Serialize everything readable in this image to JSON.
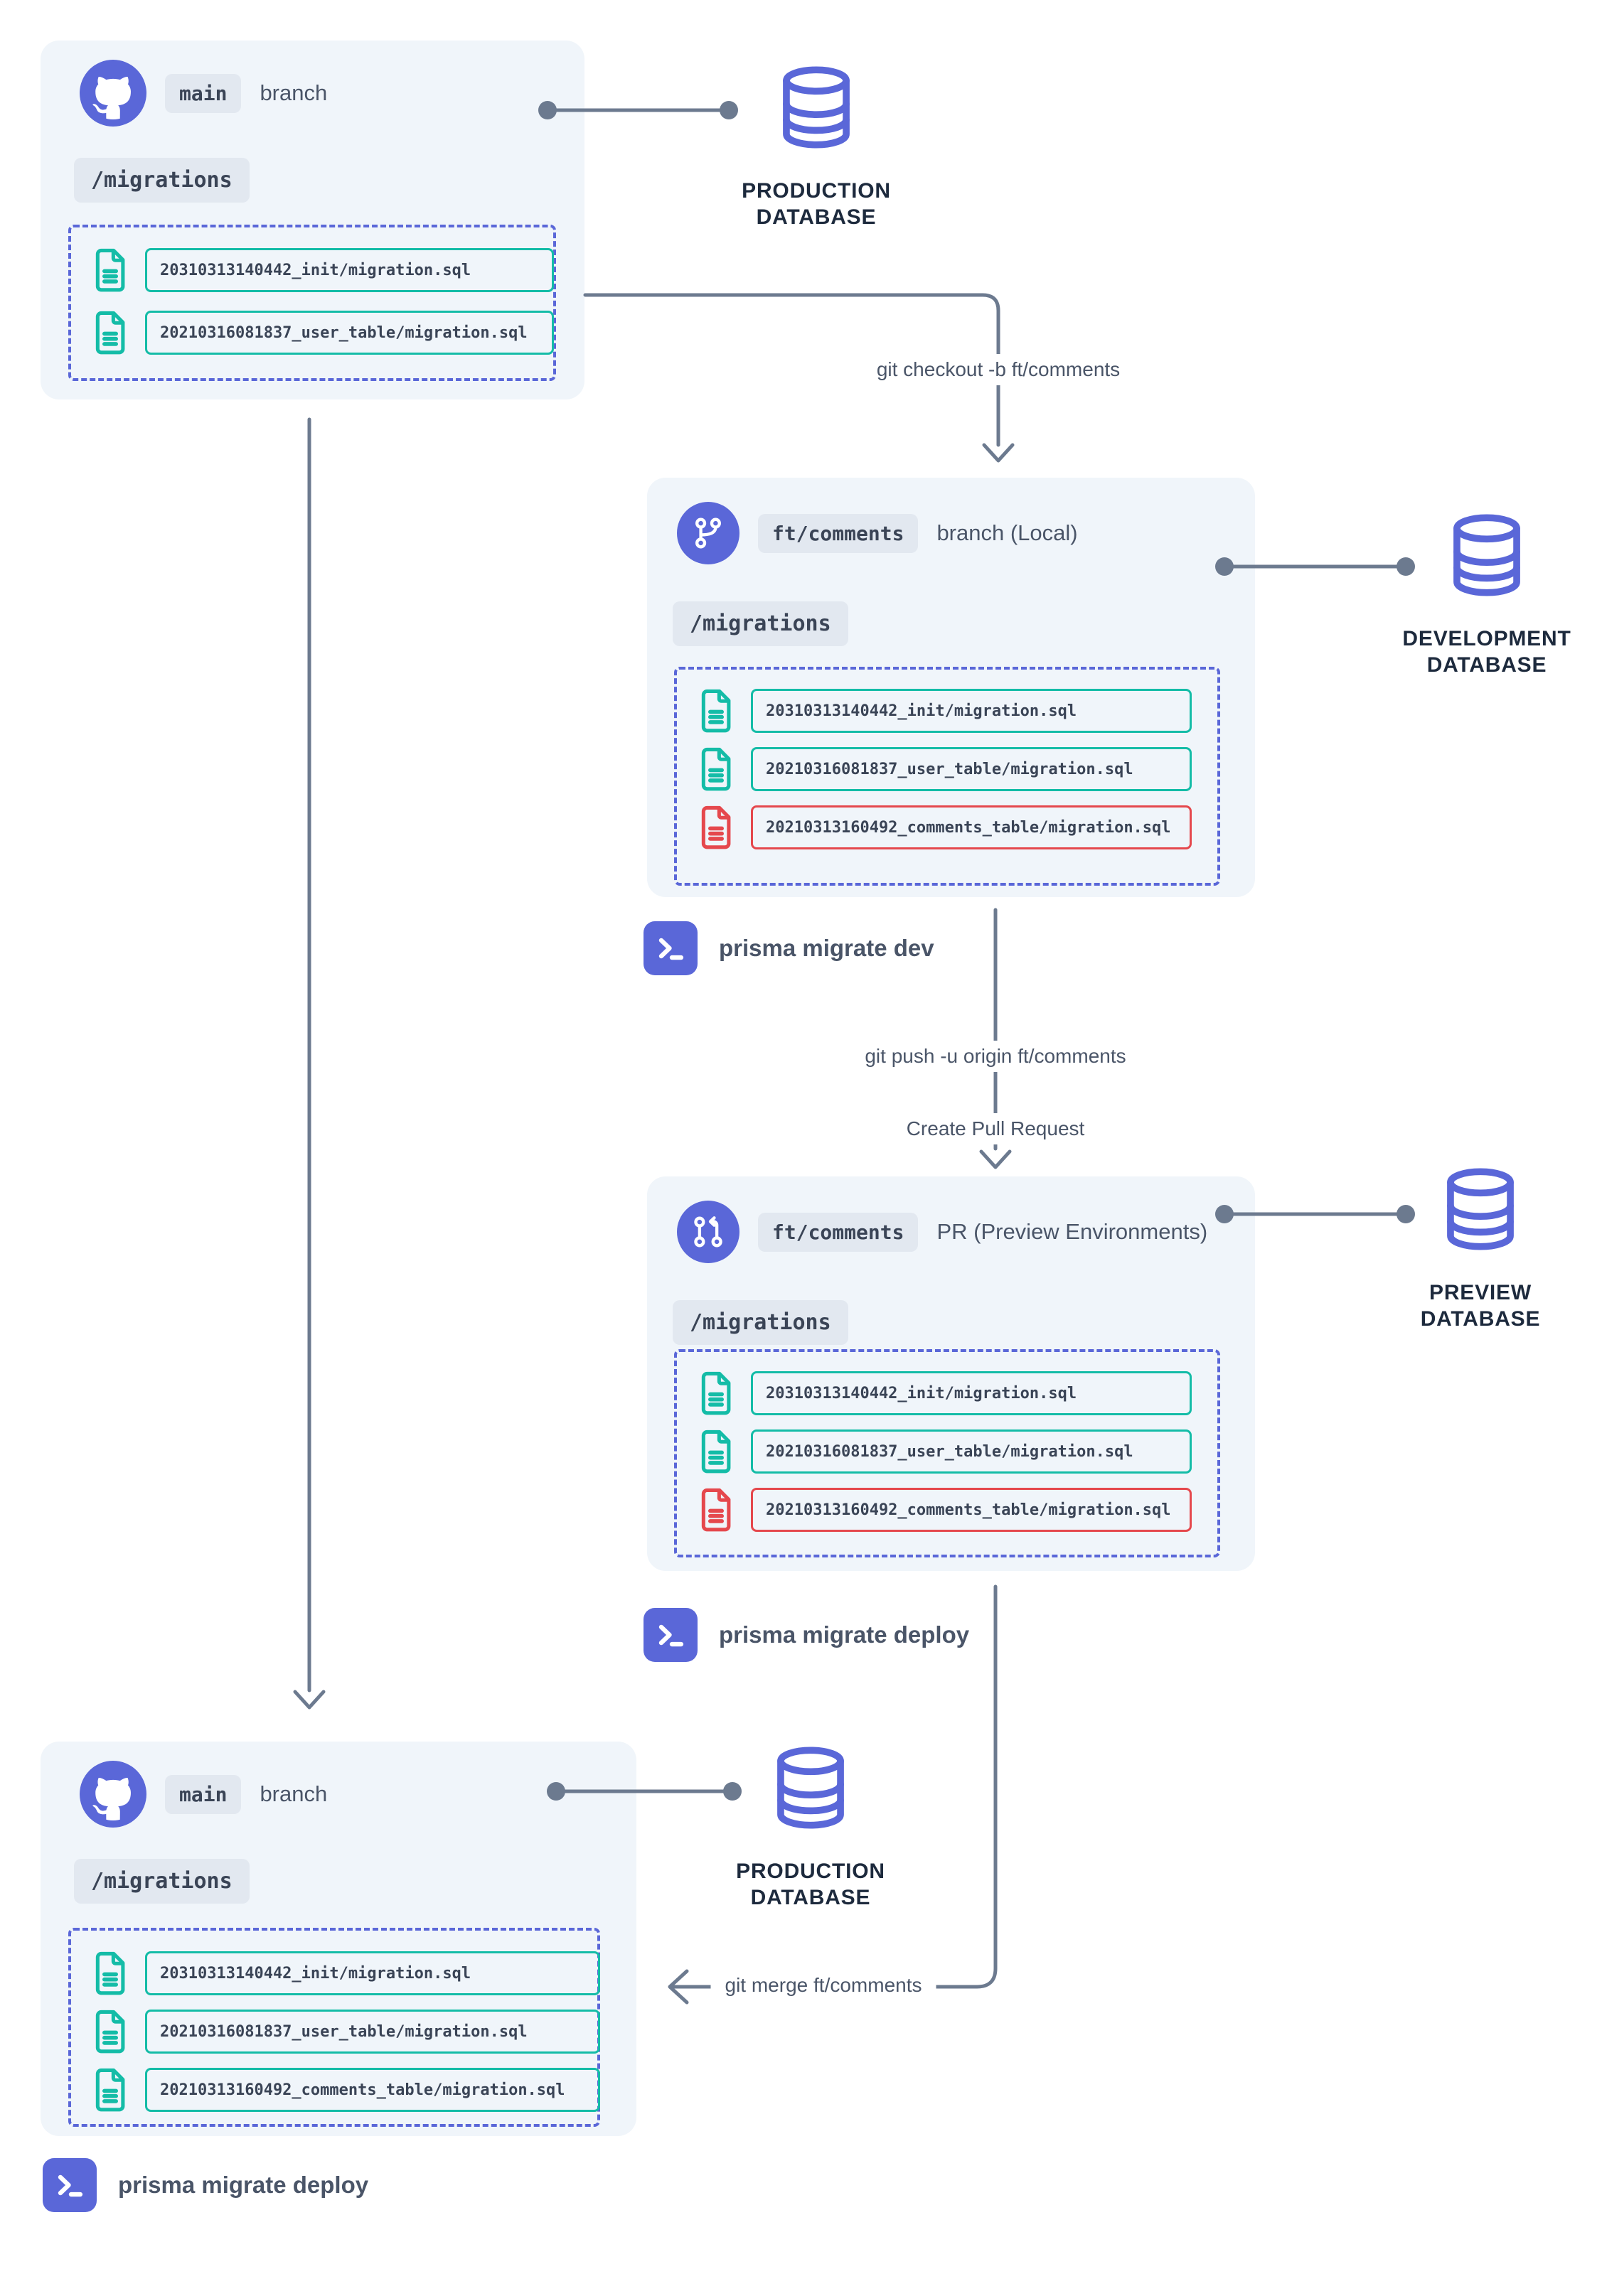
{
  "colors": {
    "indigo": "#5A67D8",
    "teal": "#14BCA7",
    "red": "#E5484D",
    "connector_gray": "#6C7A8F",
    "panel_bg": "#F0F5FA",
    "badge_bg": "#E2E8F0",
    "text": "#4A5568",
    "code_text": "#3A4456",
    "db_label": "#1D2A3D"
  },
  "boxes": [
    {
      "badge": "main",
      "title": "branch",
      "dir_label": "/migrations",
      "files": [
        {
          "name": "20310313140442_init/migration.sql",
          "status": "applied"
        },
        {
          "name": "20210316081837_user_table/migration.sql",
          "status": "applied"
        }
      ]
    },
    {
      "badge": "ft/comments",
      "title": "branch (Local)",
      "dir_label": "/migrations",
      "files": [
        {
          "name": "20310313140442_init/migration.sql",
          "status": "applied"
        },
        {
          "name": "20210316081837_user_table/migration.sql",
          "status": "applied"
        },
        {
          "name": "20210313160492_comments_table/migration.sql",
          "status": "new"
        }
      ]
    },
    {
      "badge": "ft/comments",
      "title": "PR (Preview Environments)",
      "dir_label": "/migrations",
      "files": [
        {
          "name": "20310313140442_init/migration.sql",
          "status": "applied"
        },
        {
          "name": "20210316081837_user_table/migration.sql",
          "status": "applied"
        },
        {
          "name": "20210313160492_comments_table/migration.sql",
          "status": "new"
        }
      ]
    },
    {
      "badge": "main",
      "title": "branch",
      "dir_label": "/migrations",
      "files": [
        {
          "name": "20310313140442_init/migration.sql",
          "status": "applied"
        },
        {
          "name": "20210316081837_user_table/migration.sql",
          "status": "applied"
        },
        {
          "name": "20210313160492_comments_table/migration.sql",
          "status": "applied"
        }
      ]
    }
  ],
  "databases": [
    {
      "lines": [
        "PRODUCTION",
        "DATABASE"
      ]
    },
    {
      "lines": [
        "DEVELOPMENT",
        "DATABASE"
      ]
    },
    {
      "lines": [
        "PREVIEW",
        "DATABASE"
      ]
    },
    {
      "lines": [
        "PRODUCTION",
        "DATABASE"
      ]
    }
  ],
  "commands": [
    {
      "label": "prisma migrate dev"
    },
    {
      "label": "prisma migrate deploy"
    },
    {
      "label": "prisma migrate deploy"
    }
  ],
  "edge_labels": {
    "checkout": "git checkout -b ft/comments",
    "push": "git push -u origin ft/comments",
    "create_pr": "Create Pull Request",
    "merge": "git merge ft/comments"
  }
}
